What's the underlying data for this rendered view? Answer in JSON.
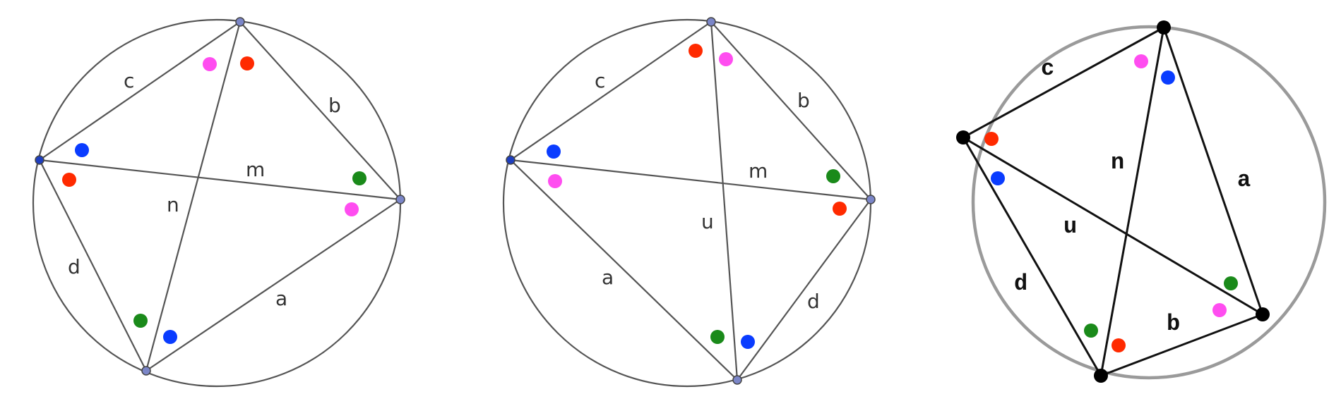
{
  "colors": {
    "red": "#ff2a00",
    "magenta": "#ff4df0",
    "blue": "#0a3cff",
    "green": "#1a8a1a",
    "circle_grey": "#9a9a9a",
    "geo_vertex": "#7b86c8"
  },
  "diagrams": [
    {
      "labels": {
        "c": "c",
        "b": "b",
        "m": "m",
        "n": "n",
        "d": "d",
        "a": "a"
      }
    },
    {
      "labels": {
        "c": "c",
        "b": "b",
        "m": "m",
        "u": "u",
        "a": "a",
        "d": "d"
      }
    },
    {
      "labels": {
        "c": "c",
        "n": "n",
        "a": "a",
        "u": "u",
        "d": "d",
        "b": "b"
      }
    }
  ]
}
